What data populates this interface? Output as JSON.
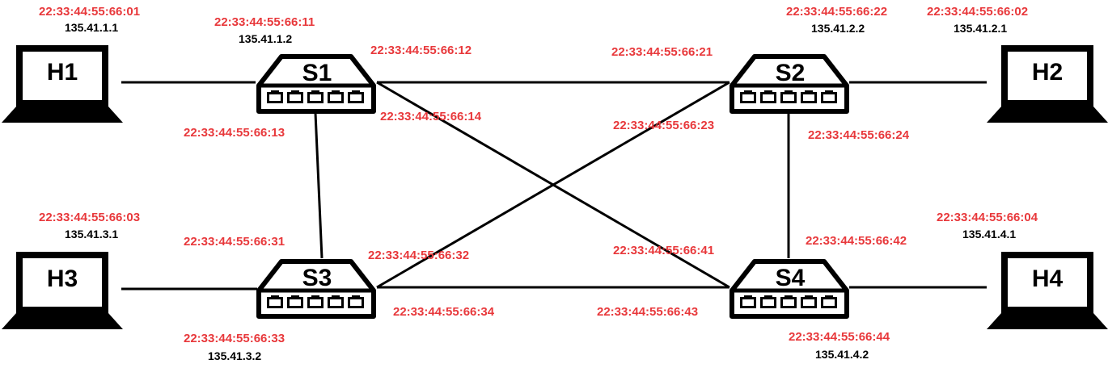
{
  "colors": {
    "mac": "#e8383b",
    "ip": "#000000",
    "line": "#000000",
    "background": "#ffffff"
  },
  "hosts": [
    {
      "id": "H1",
      "name": "H1",
      "mac": "22:33:44:55:66:01",
      "ip": "135.41.1.1",
      "icon": "laptop-icon"
    },
    {
      "id": "H2",
      "name": "H2",
      "mac": "22:33:44:55:66:02",
      "ip": "135.41.2.1",
      "icon": "laptop-icon"
    },
    {
      "id": "H3",
      "name": "H3",
      "mac": "22:33:44:55:66:03",
      "ip": "135.41.3.1",
      "icon": "laptop-icon"
    },
    {
      "id": "H4",
      "name": "H4",
      "mac": "22:33:44:55:66:04",
      "ip": "135.41.4.1",
      "icon": "laptop-icon"
    }
  ],
  "switches": [
    {
      "id": "S1",
      "name": "S1",
      "icon": "switch-icon"
    },
    {
      "id": "S2",
      "name": "S2",
      "icon": "switch-icon"
    },
    {
      "id": "S3",
      "name": "S3",
      "icon": "switch-icon"
    },
    {
      "id": "S4",
      "name": "S4",
      "icon": "switch-icon"
    }
  ],
  "ports": {
    "s1_h1": {
      "mac": "22:33:44:55:66:11",
      "ip": "135.41.1.2"
    },
    "s1_s2": {
      "mac": "22:33:44:55:66:12"
    },
    "s1_s3": {
      "mac": "22:33:44:55:66:13"
    },
    "s1_s4": {
      "mac": "22:33:44:55:66:14"
    },
    "s2_s1": {
      "mac": "22:33:44:55:66:21"
    },
    "s2_h2": {
      "mac": "22:33:44:55:66:22",
      "ip": "135.41.2.2"
    },
    "s2_s3": {
      "mac": "22:33:44:55:66:23"
    },
    "s2_s4": {
      "mac": "22:33:44:55:66:24"
    },
    "s3_s1": {
      "mac": "22:33:44:55:66:31"
    },
    "s3_s2": {
      "mac": "22:33:44:55:66:32"
    },
    "s3_h3": {
      "mac": "22:33:44:55:66:33",
      "ip": "135.41.3.2"
    },
    "s3_s4": {
      "mac": "22:33:44:55:66:34"
    },
    "s4_s1": {
      "mac": "22:33:44:55:66:41"
    },
    "s4_s2": {
      "mac": "22:33:44:55:66:42"
    },
    "s4_s3": {
      "mac": "22:33:44:55:66:43"
    },
    "s4_h4": {
      "mac": "22:33:44:55:66:44",
      "ip": "135.41.4.2"
    }
  },
  "links": [
    {
      "from": "H1",
      "to": "S1"
    },
    {
      "from": "S1",
      "to": "S2"
    },
    {
      "from": "S2",
      "to": "H2"
    },
    {
      "from": "S1",
      "to": "S3"
    },
    {
      "from": "S1",
      "to": "S4"
    },
    {
      "from": "S2",
      "to": "S3"
    },
    {
      "from": "S2",
      "to": "S4"
    },
    {
      "from": "H3",
      "to": "S3"
    },
    {
      "from": "S3",
      "to": "S4"
    },
    {
      "from": "S4",
      "to": "H4"
    }
  ]
}
